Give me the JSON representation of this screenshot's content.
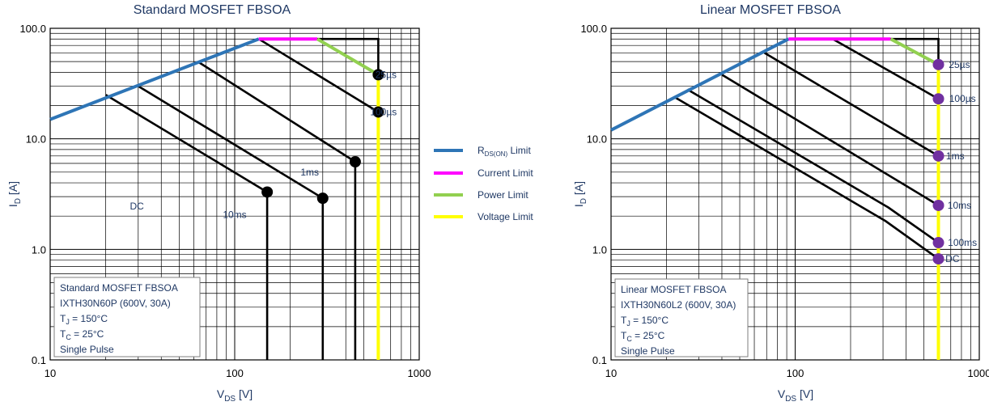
{
  "colors": {
    "rds": "#2e75b6",
    "current": "#ff00ff",
    "power": "#92d050",
    "voltage": "#ffff00",
    "curve": "#000000",
    "marker_left": "#000000",
    "marker_right": "#7030a0",
    "text": "#1f3864"
  },
  "legend": [
    {
      "key": "rds",
      "pre": "R",
      "sub": "DS(ON)",
      "post": " Limit"
    },
    {
      "key": "current",
      "pre": "Current Limit",
      "sub": "",
      "post": ""
    },
    {
      "key": "power",
      "pre": "Power Limit",
      "sub": "",
      "post": ""
    },
    {
      "key": "voltage",
      "pre": "Voltage Limit",
      "sub": "",
      "post": ""
    }
  ],
  "chart_data": [
    {
      "type": "line",
      "title": "Standard MOSFET FBSOA",
      "xlabel": {
        "main": "V",
        "sub": "DS",
        "post": " [V]"
      },
      "ylabel": {
        "main": "I",
        "sub": "D",
        "post": " [A]"
      },
      "xscale": "log",
      "yscale": "log",
      "xlim": [
        10,
        1000
      ],
      "ylim": [
        0.1,
        100
      ],
      "xticks": [
        {
          "v": 10,
          "label": "10"
        },
        {
          "v": 100,
          "label": "100"
        },
        {
          "v": 1000,
          "label": "1000"
        }
      ],
      "yticks": [
        {
          "v": 0.1,
          "label": "0.1"
        },
        {
          "v": 1,
          "label": "1.0"
        },
        {
          "v": 10,
          "label": "10.0"
        },
        {
          "v": 100,
          "label": "100.0"
        }
      ],
      "grid": true,
      "limits": {
        "rds": [
          [
            10,
            15
          ],
          [
            135,
            80
          ]
        ],
        "current": [
          [
            135,
            80
          ],
          [
            280,
            80
          ]
        ],
        "power": [
          [
            280,
            80
          ],
          [
            600,
            38
          ]
        ],
        "voltage": [
          [
            600,
            38
          ],
          [
            600,
            0.1
          ]
        ]
      },
      "curves": [
        {
          "label": "25µs",
          "points": [
            [
              280,
              80
            ],
            [
              600,
              80
            ],
            [
              600,
              38
            ]
          ]
        },
        {
          "label": "100µs",
          "points": [
            [
              135,
              80
            ],
            [
              600,
              17.5
            ]
          ]
        },
        {
          "label": "1ms",
          "points": [
            [
              63,
              50
            ],
            [
              450,
              6.2
            ],
            [
              450,
              0.1
            ]
          ]
        },
        {
          "label": "10ms",
          "points": [
            [
              30,
              30
            ],
            [
              300,
              2.9
            ],
            [
              300,
              0.1
            ]
          ]
        },
        {
          "label": "DC",
          "points": [
            [
              20,
              25
            ],
            [
              150,
              3.3
            ],
            [
              150,
              0.1
            ]
          ]
        }
      ],
      "markers": [
        [
          600,
          38
        ],
        [
          600,
          17.5
        ],
        [
          450,
          6.2
        ],
        [
          300,
          2.9
        ],
        [
          150,
          3.3
        ]
      ],
      "annotations": [
        {
          "text": "25µs",
          "x": 660,
          "y": 38
        },
        {
          "text": "100µs",
          "x": 640,
          "y": 17.5
        },
        {
          "text": "1ms",
          "x": 255,
          "y": 5.0
        },
        {
          "text": "10ms",
          "x": 100,
          "y": 2.05
        },
        {
          "text": "DC",
          "x": 29.5,
          "y": 2.45
        }
      ],
      "info_lines": [
        {
          "main": "Standard MOSFET FBSOA"
        },
        {
          "main": "IXTH30N60P (600V, 30A)"
        },
        {
          "main": "T",
          "sub": "J",
          "post": " = 150°C"
        },
        {
          "main": "T",
          "sub": "C",
          "post": " = 25°C"
        },
        {
          "main": "Single Pulse"
        }
      ]
    },
    {
      "type": "line",
      "title": "Linear MOSFET FBSOA",
      "xlabel": {
        "main": "V",
        "sub": "DS",
        "post": " [V]"
      },
      "ylabel": {
        "main": "I",
        "sub": "D",
        "post": " [A]"
      },
      "xscale": "log",
      "yscale": "log",
      "xlim": [
        10,
        1000
      ],
      "ylim": [
        0.1,
        100
      ],
      "xticks": [
        {
          "v": 10,
          "label": "10"
        },
        {
          "v": 100,
          "label": "100"
        },
        {
          "v": 1000,
          "label": "1000"
        }
      ],
      "yticks": [
        {
          "v": 0.1,
          "label": "0.1"
        },
        {
          "v": 1,
          "label": "1.0"
        },
        {
          "v": 10,
          "label": "10.0"
        },
        {
          "v": 100,
          "label": "100.0"
        }
      ],
      "grid": true,
      "limits": {
        "rds": [
          [
            10,
            12
          ],
          [
            92,
            80
          ]
        ],
        "current": [
          [
            92,
            80
          ],
          [
            330,
            80
          ]
        ],
        "power": [
          [
            330,
            80
          ],
          [
            600,
            47
          ]
        ],
        "voltage": [
          [
            600,
            47
          ],
          [
            600,
            0.1
          ]
        ]
      },
      "curves": [
        {
          "label": "25µs",
          "points": [
            [
              330,
              80
            ],
            [
              600,
              80
            ],
            [
              600,
              47
            ]
          ]
        },
        {
          "label": "100µs",
          "points": [
            [
              160,
              80
            ],
            [
              600,
              23
            ]
          ]
        },
        {
          "label": "1ms",
          "points": [
            [
              68,
              60
            ],
            [
              600,
              7.0
            ]
          ]
        },
        {
          "label": "10ms",
          "points": [
            [
              40,
              38
            ],
            [
              600,
              2.5
            ]
          ]
        },
        {
          "label": "100ms",
          "points": [
            [
              26,
              28
            ],
            [
              320,
              2.4
            ],
            [
              600,
              1.15
            ]
          ]
        },
        {
          "label": "DC",
          "points": [
            [
              22,
              24
            ],
            [
              310,
              1.8
            ],
            [
              600,
              0.82
            ]
          ]
        }
      ],
      "markers": [
        [
          600,
          47
        ],
        [
          600,
          23
        ],
        [
          600,
          7.0
        ],
        [
          600,
          2.5
        ],
        [
          600,
          1.15
        ],
        [
          600,
          0.82
        ]
      ],
      "annotations": [
        {
          "text": "25µs",
          "x": 780,
          "y": 47
        },
        {
          "text": "100µs",
          "x": 810,
          "y": 23
        },
        {
          "text": "1ms",
          "x": 740,
          "y": 7.0
        },
        {
          "text": "10ms",
          "x": 780,
          "y": 2.5
        },
        {
          "text": "100ms",
          "x": 810,
          "y": 1.15
        },
        {
          "text": "DC",
          "x": 715,
          "y": 0.82
        }
      ],
      "info_lines": [
        {
          "main": "Linear MOSFET FBSOA"
        },
        {
          "main": "IXTH30N60L2 (600V, 30A)"
        },
        {
          "main": "T",
          "sub": "J",
          "post": " = 150°C"
        },
        {
          "main": "T",
          "sub": "C",
          "post": " = 25°C"
        },
        {
          "main": "Single Pulse"
        }
      ]
    }
  ]
}
